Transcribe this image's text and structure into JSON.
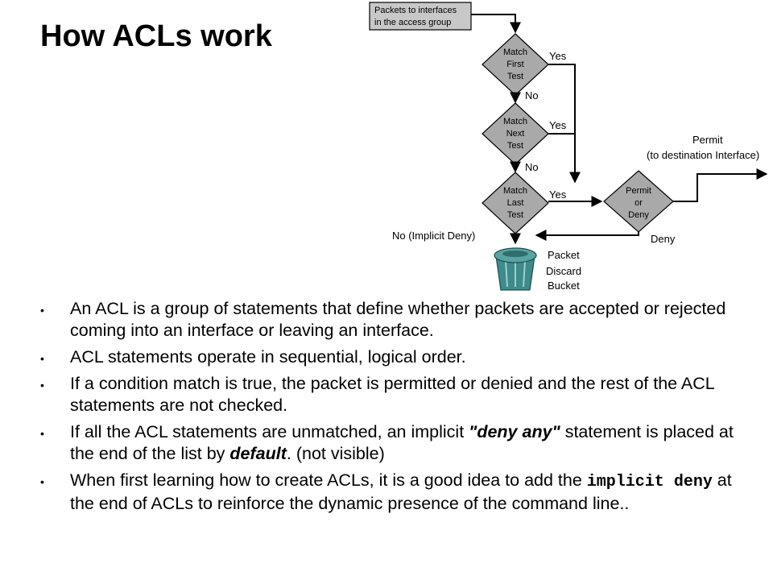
{
  "slide": {
    "title": "How ACLs work"
  },
  "diagram": {
    "start_box": [
      "Packets to interfaces",
      "in the access group"
    ],
    "match_first": [
      "Match",
      "First",
      "Test"
    ],
    "match_next": [
      "Match",
      "Next",
      "Test"
    ],
    "match_last": [
      "Match",
      "Last",
      "Test"
    ],
    "permit_or_deny": [
      "Permit",
      "or",
      "Deny"
    ],
    "yes": "Yes",
    "no": "No",
    "permit_label": [
      "Permit",
      "(to destination Interface)"
    ],
    "deny_label": "Deny",
    "implicit_deny_label": "No (Implicit Deny)",
    "bucket_label": [
      "Packet",
      "Discard",
      "Bucket"
    ],
    "colors": {
      "decision_fill": "#a9a9a9",
      "box_fill": "#c8c8c8",
      "bucket": "#3f8a8a"
    }
  },
  "bullets": [
    {
      "text": "An ACL is a group of statements that define whether packets are accepted or rejected coming into an interface or leaving an interface."
    },
    {
      "text": "ACL statements operate in sequential, logical order."
    },
    {
      "text": "If a condition match is true, the packet is permitted or denied and the rest of the ACL statements are not checked."
    },
    {
      "before": "If all the ACL statements are unmatched, an implicit ",
      "emph1": "\"deny any\"",
      "middle": " statement is placed at the end of the list by ",
      "emph2": "default",
      "after": ". (not visible)"
    },
    {
      "before": "When first learning how to create ACLs, it is a good idea to add the ",
      "code": "implicit deny",
      "after": " at the end of ACLs to reinforce the dynamic presence of the command line.."
    }
  ]
}
